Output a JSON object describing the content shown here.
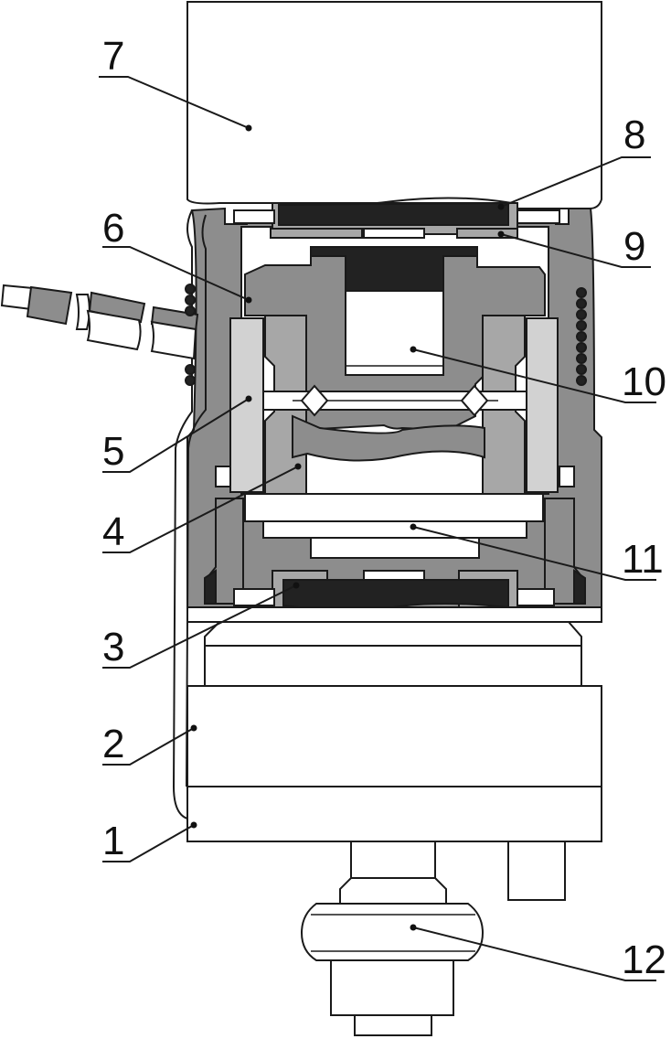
{
  "labels": {
    "l1": "1",
    "l2": "2",
    "l3": "3",
    "l4": "4",
    "l5": "5",
    "l6": "6",
    "l7": "7",
    "l8": "8",
    "l9": "9",
    "l10": "10",
    "l11": "11",
    "l12": "12"
  },
  "colors": {
    "background": "#ffffff",
    "outline": "#1a1a1a",
    "dark_part": "#222222",
    "mid_gray": "#8d8d8d",
    "light_gray": "#a7a7a7",
    "pale_gray": "#d2d2d2"
  }
}
